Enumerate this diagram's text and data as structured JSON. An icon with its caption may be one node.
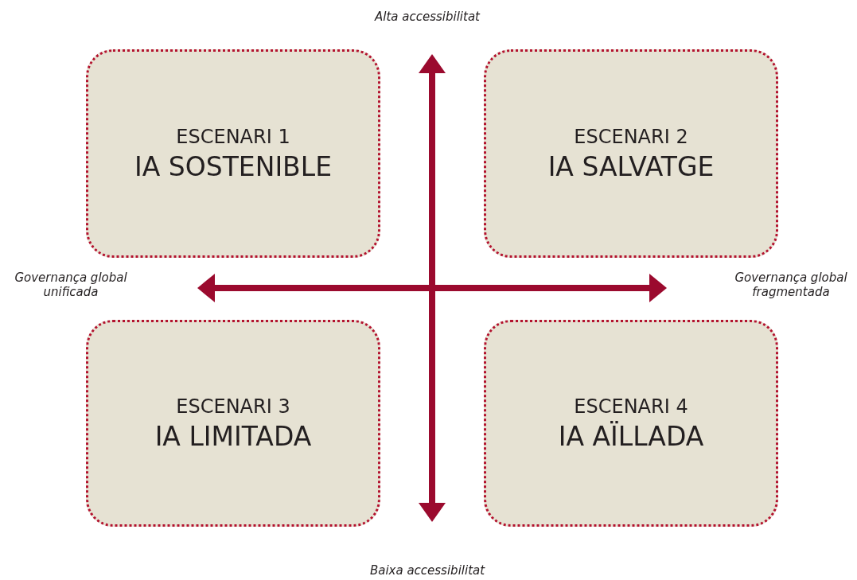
{
  "diagram": {
    "nodes": [
      {
        "text": [
          "ESCENARI 1",
          "IA SOSTENIBLE"
        ]
      },
      {
        "text": [
          "ESCENARI 2",
          "IA SALVATGE"
        ]
      },
      {
        "text": [
          "ESCENARI 3",
          "IA LIMITADA"
        ]
      },
      {
        "text": [
          "ESCENARI 4",
          "IA AÏLLADA"
        ]
      }
    ],
    "edges": [],
    "labels": [
      "Alta accessibilitat",
      "Governança global unificada",
      "Governança global fragmentada",
      "Baixa accessibilitat"
    ]
  }
}
